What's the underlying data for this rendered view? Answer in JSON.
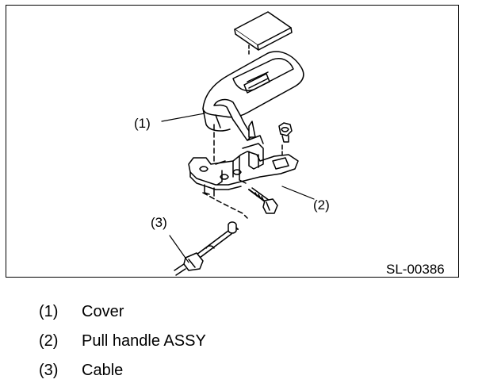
{
  "figure": {
    "id_code": "SL-00386",
    "callouts": [
      {
        "key": "c1",
        "text": "(1)"
      },
      {
        "key": "c2",
        "text": "(2)"
      },
      {
        "key": "c3",
        "text": "(3)"
      }
    ],
    "icons": [
      "cover-part-icon",
      "cover-cap-icon",
      "pull-handle-bracket-icon",
      "bolt-icon",
      "nut-icon",
      "cable-icon"
    ]
  },
  "legend": [
    {
      "num": "(1)",
      "label": "Cover"
    },
    {
      "num": "(2)",
      "label": "Pull handle ASSY"
    },
    {
      "num": "(3)",
      "label": "Cable"
    }
  ]
}
